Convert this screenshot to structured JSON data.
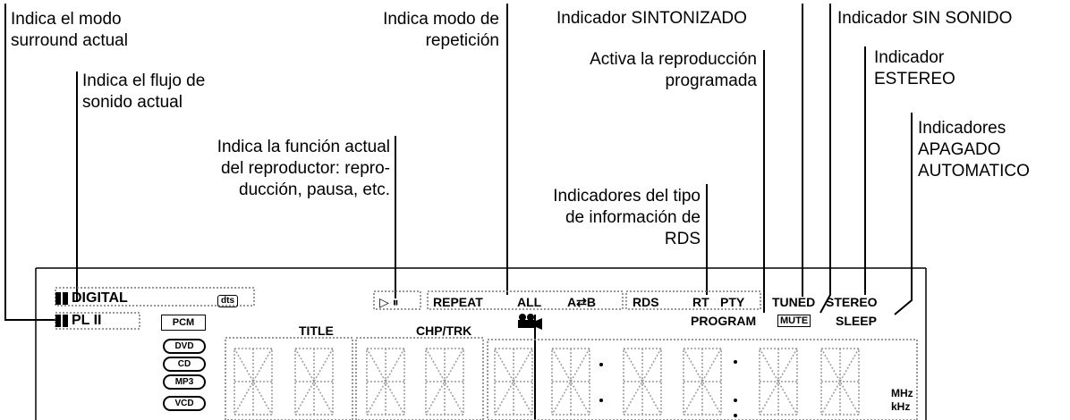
{
  "callouts": {
    "surround_mode": "Indica el modo\nsurround actual",
    "sound_stream": "Indica el flujo de\nsonido actual",
    "player_function": "Indica la función actual\ndel reproductor: repro-\nducción, pausa, etc.",
    "repeat_mode": "Indica modo de\nrepetición",
    "tuned": "Indicador SINTONIZADO",
    "mute": "Indicador SIN SONIDO",
    "program": "Activa la reproducción\nprogramada",
    "stereo": "Indicador\nESTEREO",
    "sleep": "Indicadores\nAPAGADO\nAUTOMATICO",
    "rds": "Indicadores del tipo\nde información de\nRDS"
  },
  "display": {
    "dolby_digital": "DIGITAL",
    "dolby_pl2": "PL II",
    "dts": "dts",
    "play_pause": "▷ ⏸",
    "repeat": "REPEAT",
    "all": "ALL",
    "ab": "A⇄B",
    "rds": "RDS",
    "rt": "RT",
    "pty": "PTY",
    "tuned": "TUNED",
    "stereo": "STEREO",
    "program": "PROGRAM",
    "mute": "MUTE",
    "sleep": "SLEEP",
    "title": "TITLE",
    "chp_trk": "CHP/TRK",
    "pcm": "PCM",
    "dvd": "DVD",
    "cd": "CD",
    "mp3": "MP3",
    "vcd": "VCD",
    "mhz": "MHz",
    "khz": "kHz"
  }
}
